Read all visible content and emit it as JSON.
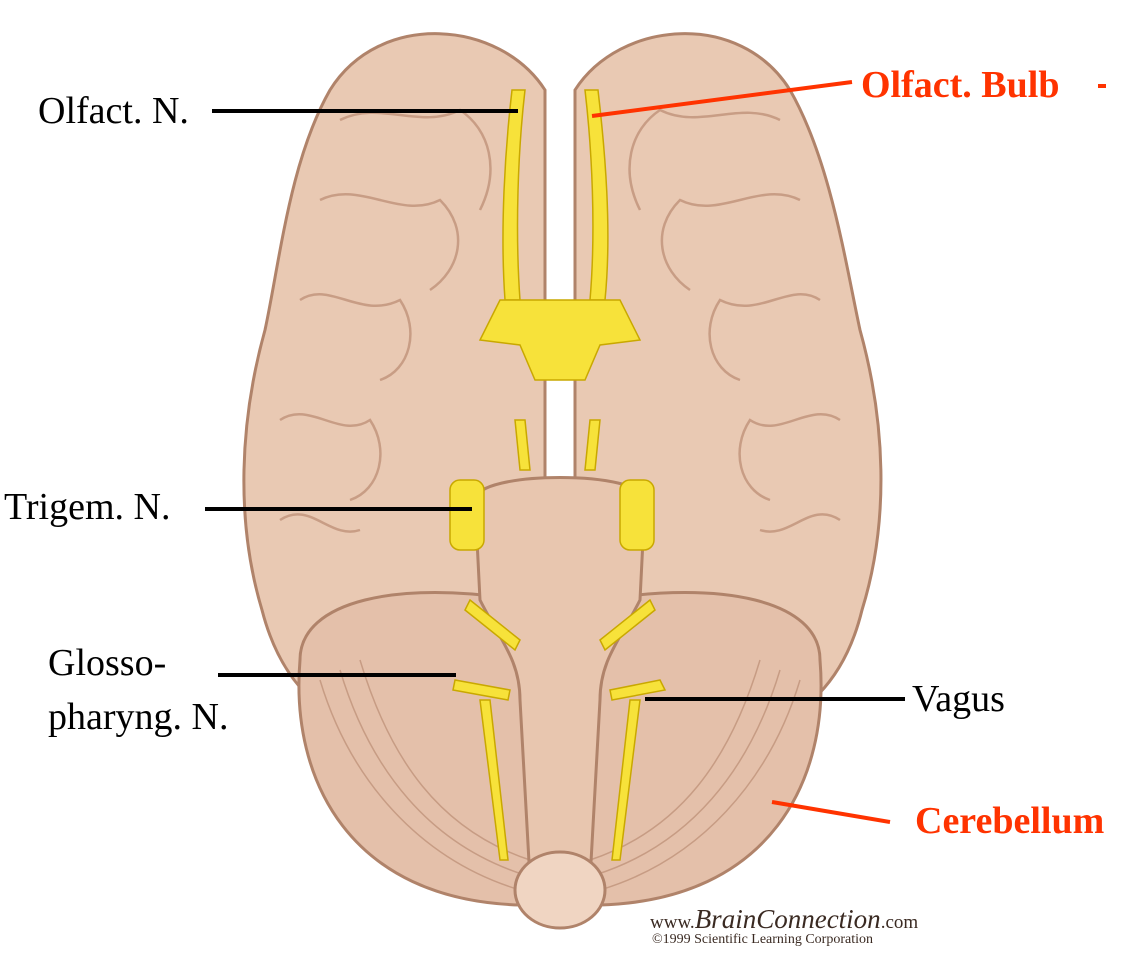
{
  "labels": {
    "olfact_n": "Olfact. N.",
    "olfact_bulb": "Olfact. Bulb",
    "trigem_n": "Trigem. N.",
    "glosso_line1": "Glosso-",
    "glosso_line2": "pharyng. N.",
    "vagus": "Vagus",
    "cerebellum": "Cerebellum"
  },
  "credit": {
    "www": "www.",
    "brain": "Brain",
    "connection": "Connection",
    "dotcom": ".com",
    "copyright": "©1999 Scientific Learning Corporation"
  },
  "colors": {
    "label_black": "#000000",
    "label_red": "#ff3300",
    "brain_fill": "#e8c8b2",
    "brain_outline": "#b0836a",
    "nerve": "#f7e23a",
    "nerve_outline": "#c9a800"
  }
}
